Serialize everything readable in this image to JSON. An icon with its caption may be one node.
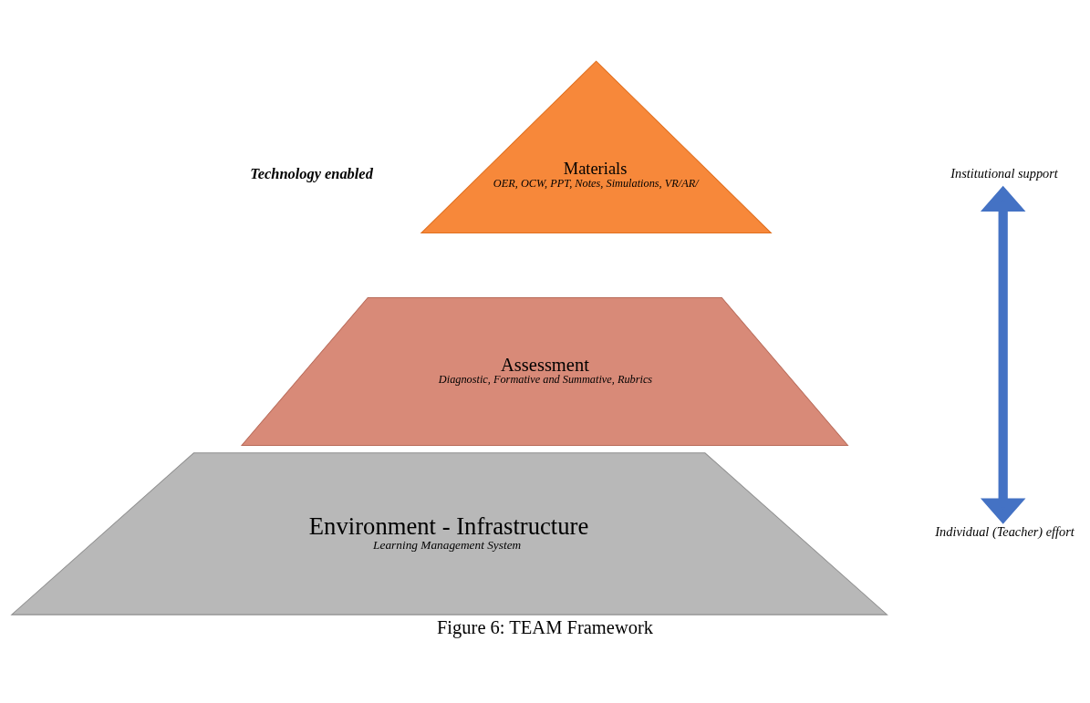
{
  "diagram": {
    "caption": "Figure 6: TEAM Framework",
    "nodes": [
      {
        "text": [
          "Materials",
          "OER, OCW, PPT, Notes, Simulations, VR/AR/"
        ]
      },
      {
        "text": [
          "Assessment",
          "Diagnostic, Formative and Summative, Rubrics"
        ]
      },
      {
        "text": [
          "Environment - Infrastructure",
          "Learning Management System"
        ]
      },
      {
        "text": [
          "Institutional support"
        ]
      },
      {
        "text": [
          "Individual (Teacher) effort"
        ]
      }
    ],
    "edges": [
      {
        "from": 3,
        "to": 4,
        "arrow": "both"
      }
    ],
    "labels": [
      "Technology enabled"
    ]
  }
}
